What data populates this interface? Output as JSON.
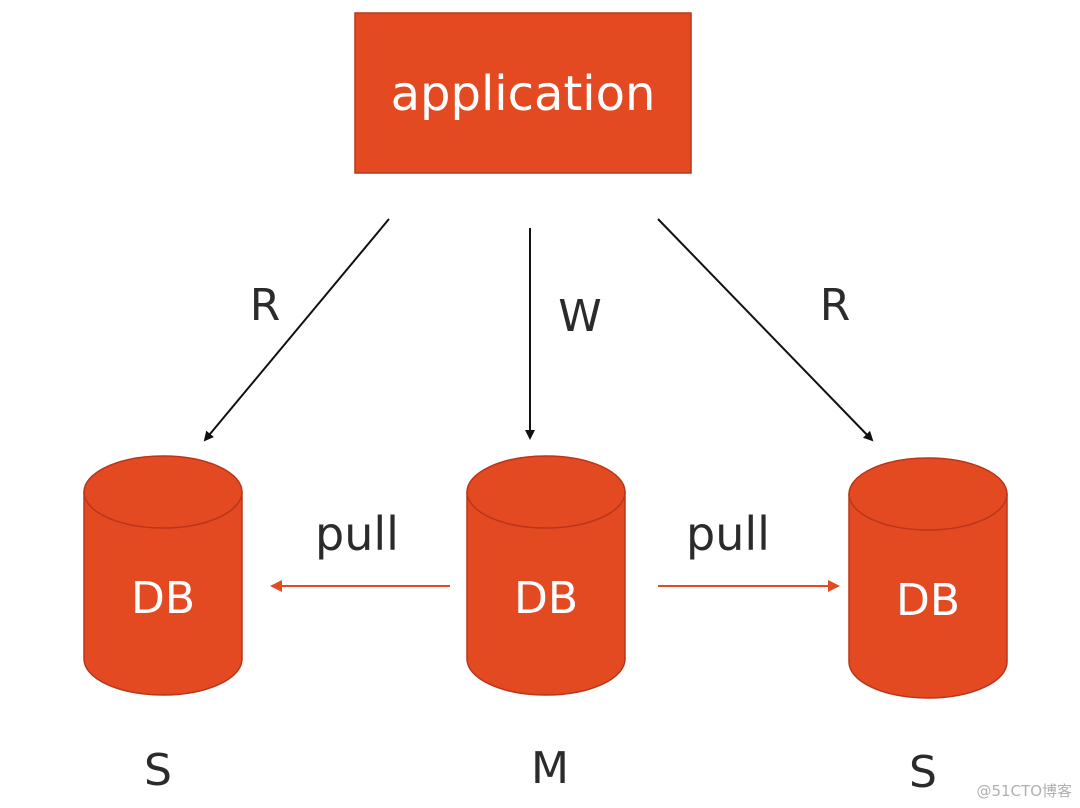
{
  "colors": {
    "accent": "#E44A22",
    "accent_stroke": "#B9361A",
    "text_dark": "#2b2b2b",
    "text_light": "#ffffff",
    "arrow_black": "#111111",
    "watermark": "#b0b0b0"
  },
  "application": {
    "label": "application"
  },
  "edges": {
    "read_left": "R",
    "write_center": "W",
    "read_right": "R",
    "pull_left": "pull",
    "pull_right": "pull"
  },
  "databases": {
    "left": {
      "label": "DB",
      "role": "S"
    },
    "center": {
      "label": "DB",
      "role": "M"
    },
    "right": {
      "label": "DB",
      "role": "S"
    }
  },
  "watermark": "@51CTO博客"
}
